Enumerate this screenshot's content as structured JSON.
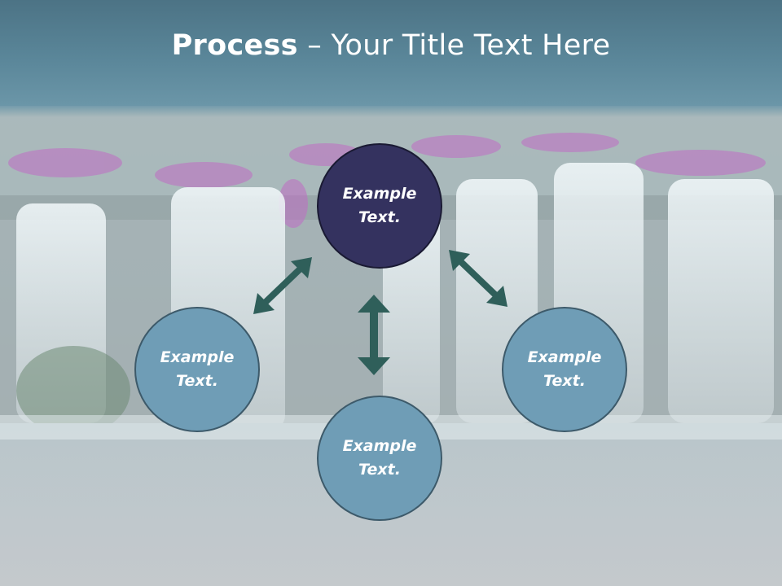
{
  "slide": {
    "title_bold": "Process",
    "title_rest": " – Your Title Text Here",
    "nodes": {
      "top": {
        "line1": "Example",
        "line2": "Text."
      },
      "left": {
        "line1": "Example",
        "line2": "Text."
      },
      "right": {
        "line1": "Example",
        "line2": "Text."
      },
      "bottom": {
        "line1": "Example",
        "line2": "Text."
      }
    }
  },
  "colors": {
    "title_bar": "#5a8699",
    "top_circle": "#34325f",
    "other_circles": "#6f9db6",
    "arrows": "#2f5f5a"
  },
  "background": "waterfall-photo"
}
